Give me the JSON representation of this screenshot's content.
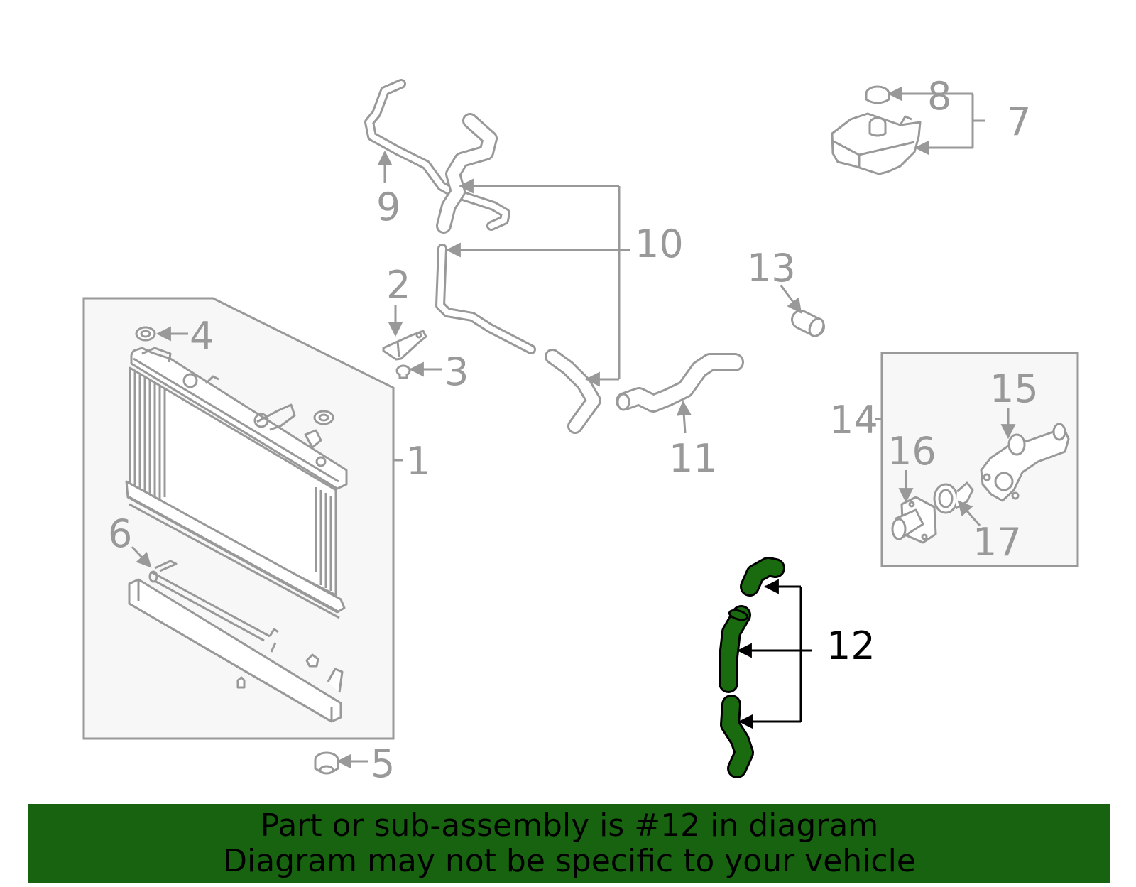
{
  "colors": {
    "part_line": "#999999",
    "panel_fill": "#f7f7f7",
    "highlight_fill": "#1a6b10",
    "highlight_stroke": "#000000",
    "banner_bg": "#176310",
    "banner_text": "#000000",
    "highlight_label": "#000000"
  },
  "callouts": {
    "c1": "1",
    "c2": "2",
    "c3": "3",
    "c4": "4",
    "c5": "5",
    "c6": "6",
    "c7": "7",
    "c8": "8",
    "c9": "9",
    "c10": "10",
    "c11": "11",
    "c12": "12",
    "c13": "13",
    "c14": "14",
    "c15": "15",
    "c16": "16",
    "c17": "17"
  },
  "highlighted_part": "12",
  "banner": {
    "line1": "Part or sub-assembly is #12 in diagram",
    "line2": "Diagram may not be specific to your vehicle"
  }
}
